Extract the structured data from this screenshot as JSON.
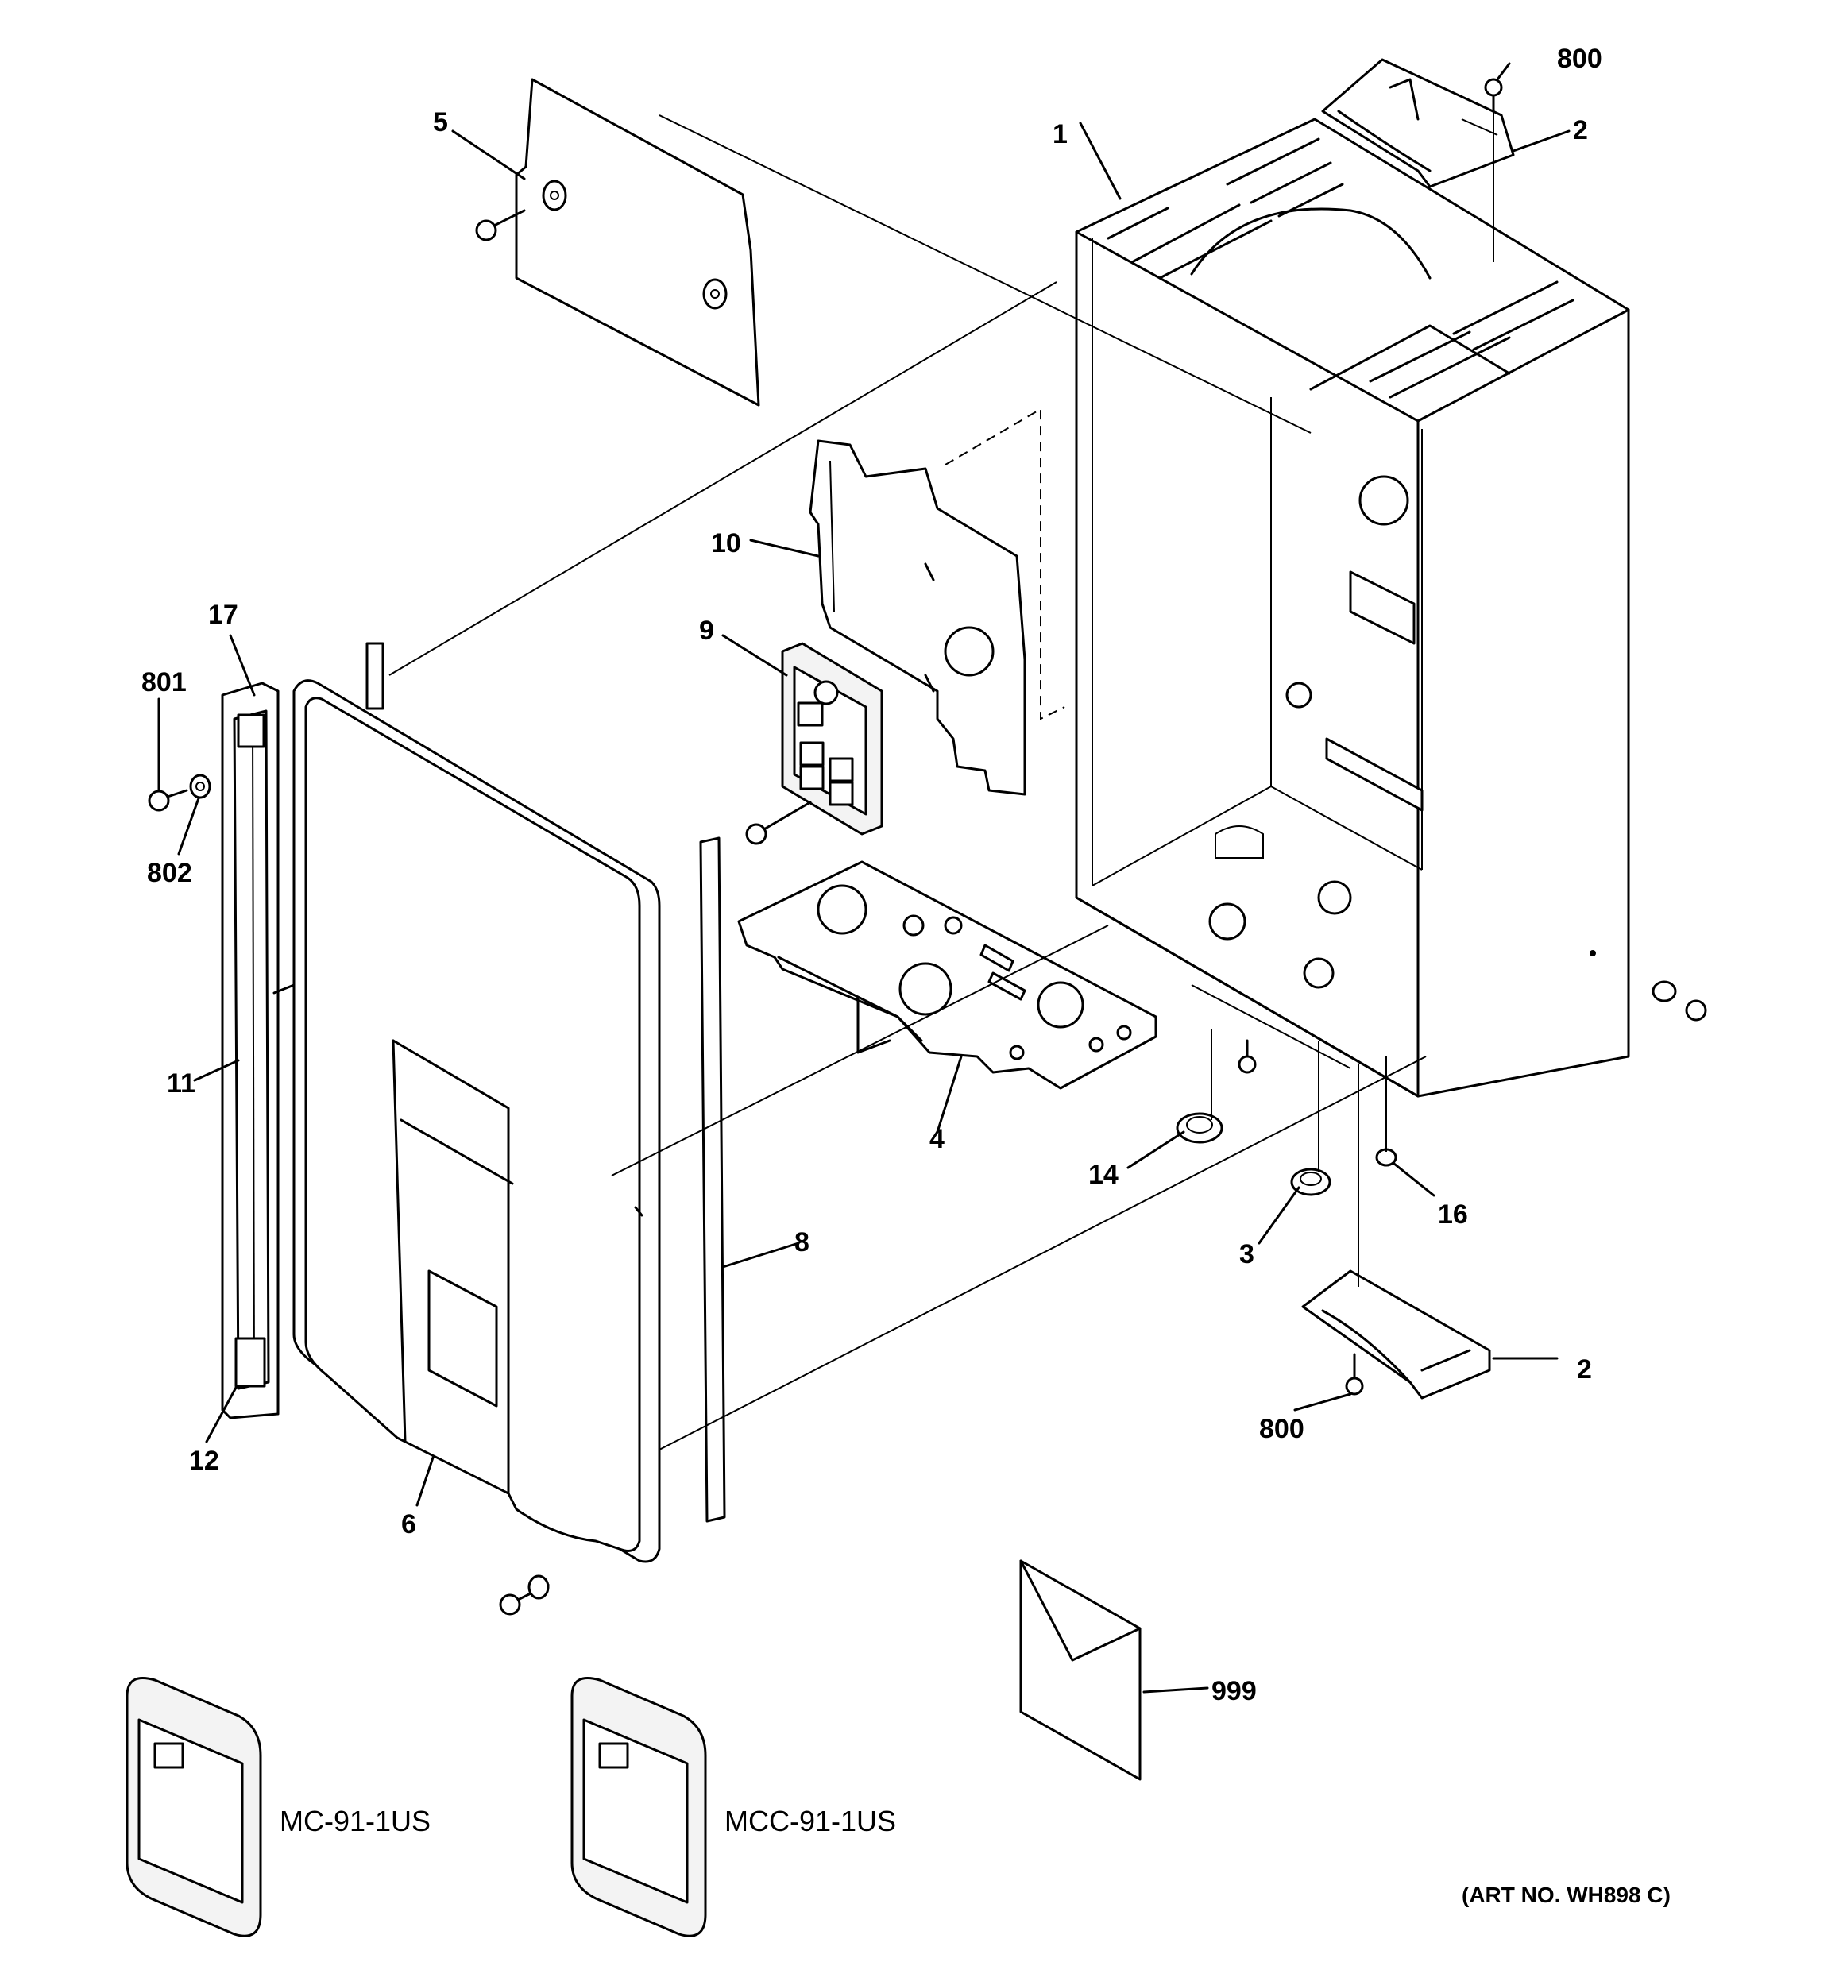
{
  "callouts": {
    "c800_top": "800",
    "c2_top": "2",
    "c1": "1",
    "c5": "5",
    "c10": "10",
    "c9": "9",
    "c17": "17",
    "c801": "801",
    "c802": "802",
    "c11": "11",
    "c12": "12",
    "c6": "6",
    "c8": "8",
    "c4": "4",
    "c14": "14",
    "c3": "3",
    "c16": "16",
    "c2_bottom": "2",
    "c800_bottom": "800",
    "c999": "999"
  },
  "models": {
    "remote_1": "MC-91-1US",
    "remote_2": "MCC-91-1US"
  },
  "art_number": "(ART NO. WH898 C)"
}
